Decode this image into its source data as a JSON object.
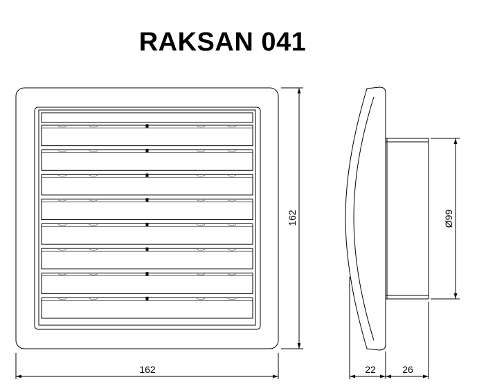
{
  "title": "RAKSAN 041",
  "dimensions": {
    "front_width": "162",
    "front_height": "162",
    "diameter": "Ø99",
    "side_depth_1": "22",
    "side_depth_2": "26"
  },
  "front_view": {
    "louver_count": 8
  },
  "colors": {
    "line": "#000000",
    "background": "#ffffff"
  }
}
